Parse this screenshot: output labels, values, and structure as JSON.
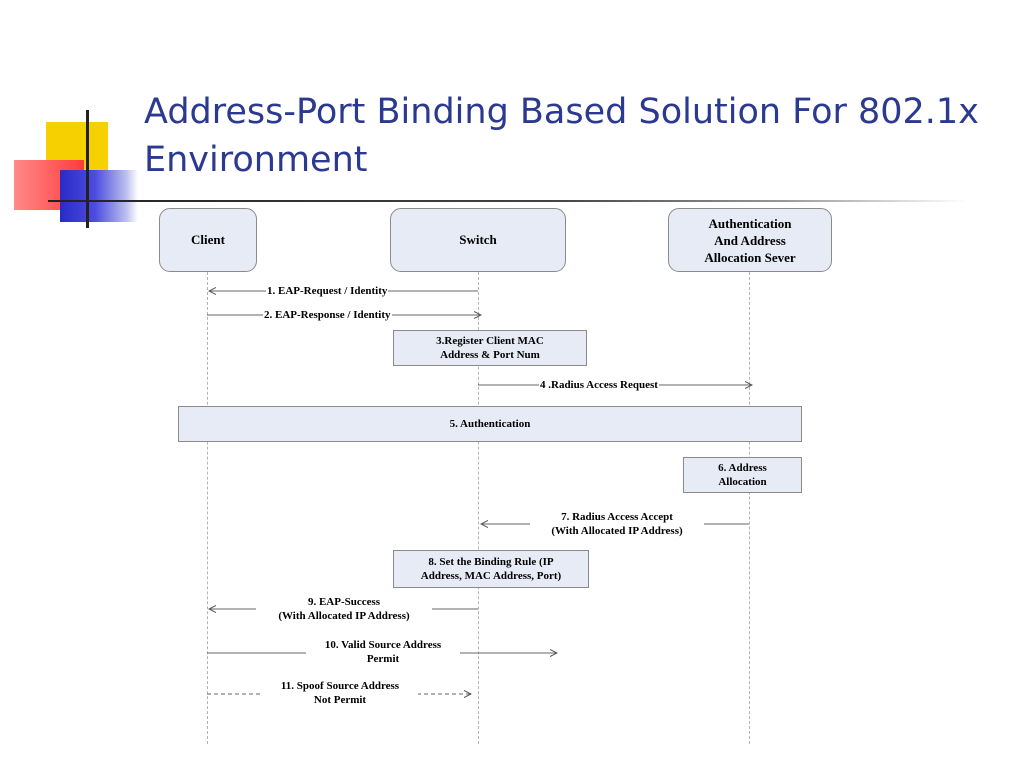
{
  "slide": {
    "title_line1": "Address-Port Binding Based Solution For 802.1x",
    "title_line2": "Environment"
  },
  "diagram": {
    "actors": [
      {
        "id": "client",
        "label": "Client"
      },
      {
        "id": "switch",
        "label": "Switch"
      },
      {
        "id": "server",
        "label_lines": [
          "Authentication",
          "And Address",
          "Allocation Sever"
        ]
      }
    ],
    "messages": {
      "m1": "1. EAP-Request / Identity",
      "m2": "2. EAP-Response / Identity",
      "m4": "4 .Radius Access Request",
      "m7_line1": "7. Radius Access Accept",
      "m7_line2": "(With Allocated IP Address)",
      "m9_line1": "9. EAP-Success",
      "m9_line2": "(With Allocated IP Address)",
      "m10_line1": "10. Valid Source Address",
      "m10_line2": "Permit",
      "m11_line1": "11. Spoof Source Address",
      "m11_line2": "Not Permit"
    },
    "steps": {
      "s3_line1": "3.Register Client MAC",
      "s3_line2": "Address & Port Num",
      "s5": "5. Authentication",
      "s6_line1": "6. Address",
      "s6_line2": "Allocation",
      "s8_line1": "8. Set the Binding Rule (IP",
      "s8_line2": "Address, MAC Address, Port)"
    }
  },
  "colors": {
    "title": "#2b3990",
    "box_fill": "#e7ebf6",
    "deco_yellow": "#f7d000",
    "deco_red": "#ff3b3b",
    "deco_blue": "#2a2ac8"
  }
}
